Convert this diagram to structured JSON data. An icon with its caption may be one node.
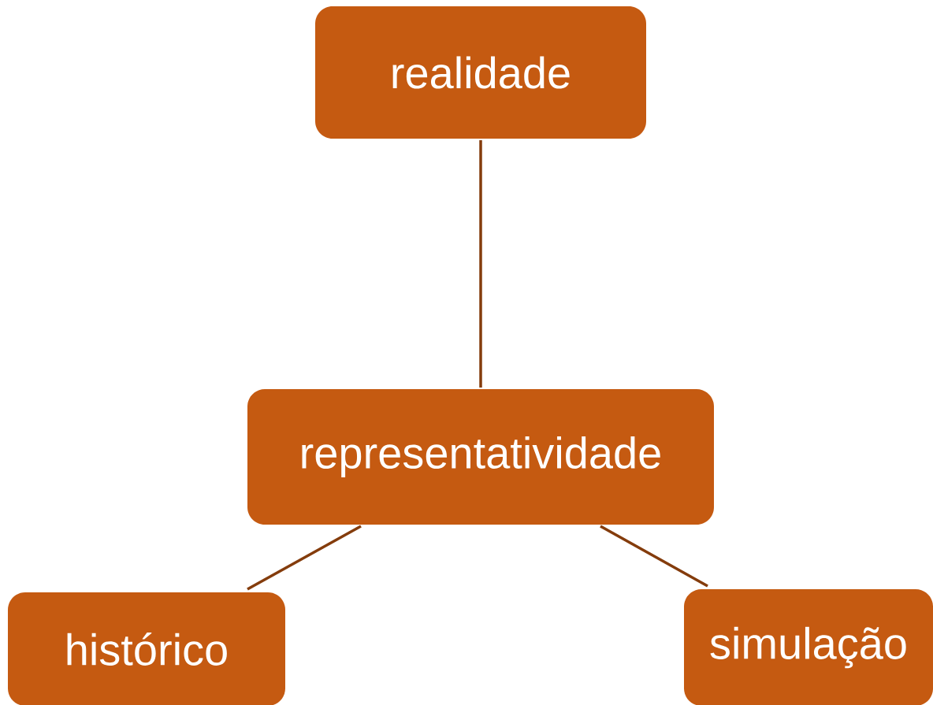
{
  "diagram": {
    "nodes": [
      {
        "text": [
          "realidade"
        ]
      },
      {
        "text": [
          "representatividade"
        ]
      },
      {
        "text": [
          "histórico"
        ]
      },
      {
        "text": [
          "simulação"
        ]
      }
    ],
    "edges": [
      {
        "from": 0,
        "to": 1,
        "arrow": "none"
      },
      {
        "from": 1,
        "to": 2,
        "arrow": "none"
      },
      {
        "from": 1,
        "to": 3,
        "arrow": "none"
      }
    ]
  }
}
